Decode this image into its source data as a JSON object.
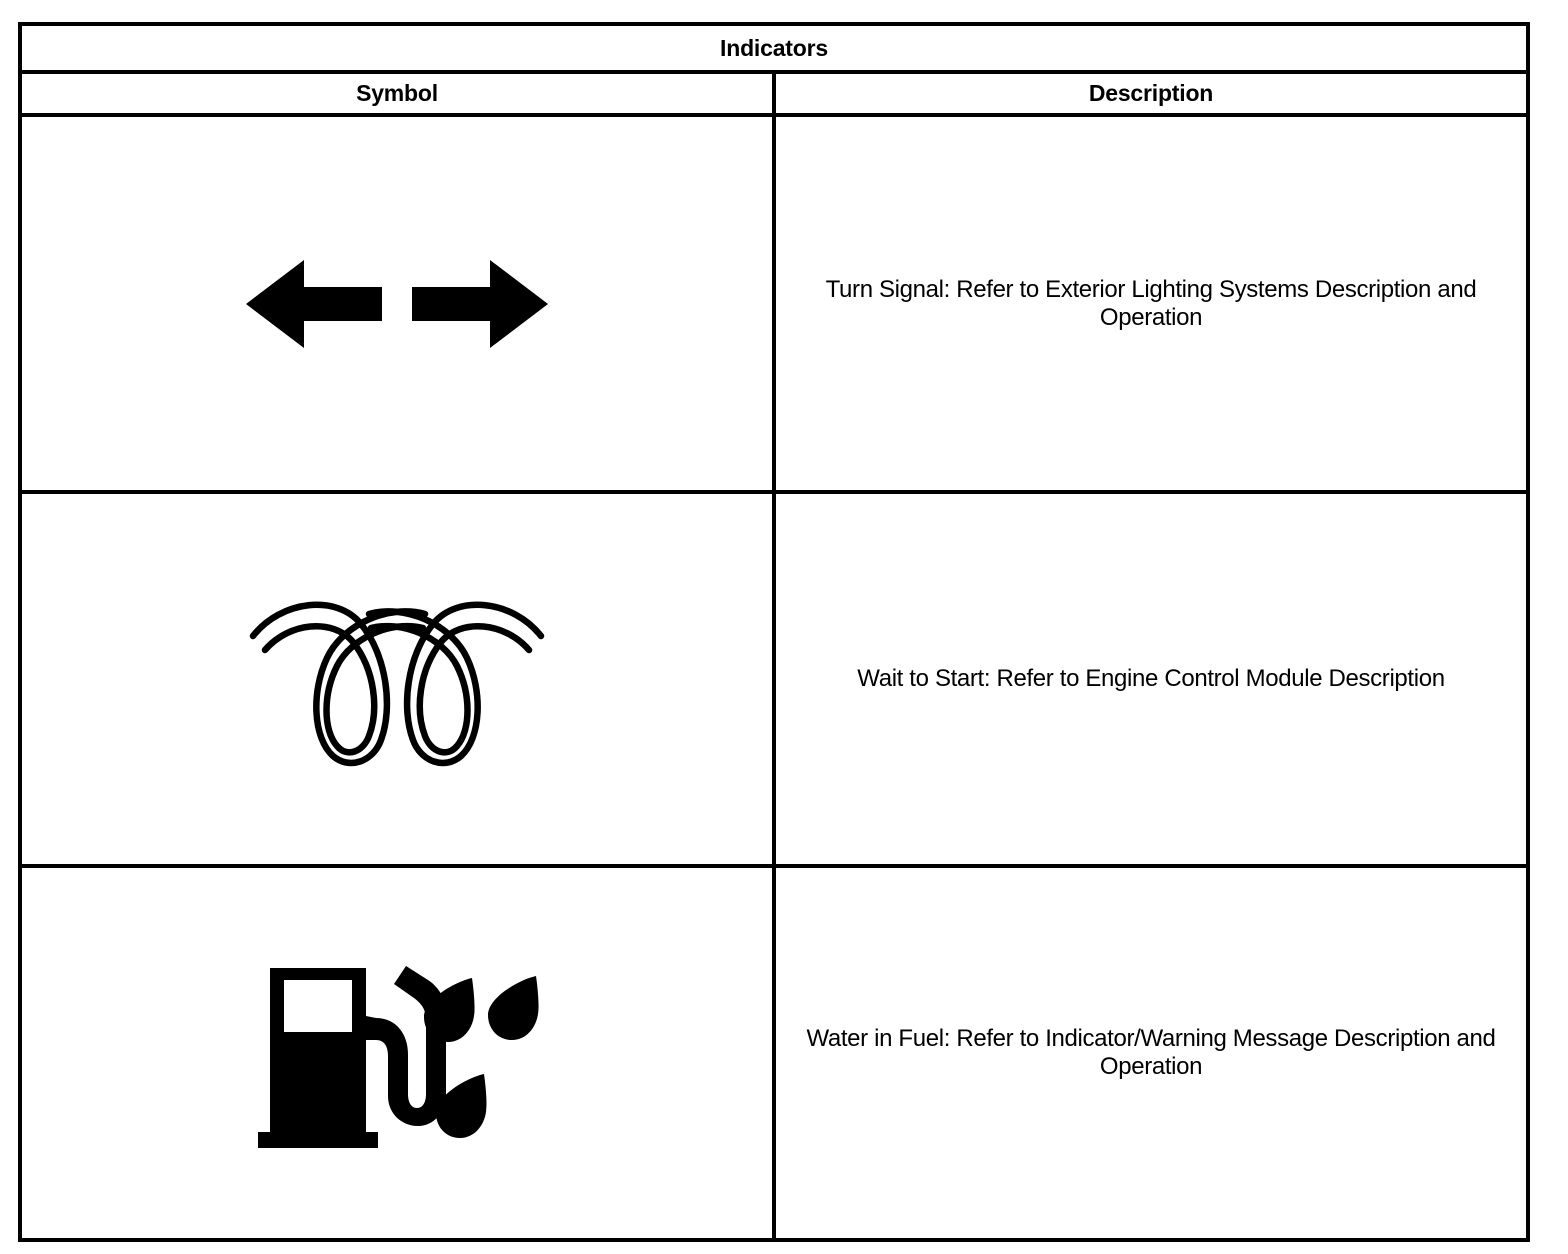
{
  "table": {
    "title": "Indicators",
    "columns": [
      {
        "key": "symbol",
        "label": "Symbol"
      },
      {
        "key": "description",
        "label": "Description"
      }
    ],
    "rows": [
      {
        "symbol_name": "turn-signal-arrows-icon",
        "description": "Turn Signal: Refer to Exterior Lighting Systems Description and Operation"
      },
      {
        "symbol_name": "wait-to-start-glow-plug-icon",
        "description": "Wait to Start: Refer to Engine Control Module Description"
      },
      {
        "symbol_name": "water-in-fuel-icon",
        "description": "Water in Fuel: Refer to Indicator/Warning Message Description and Operation"
      }
    ]
  },
  "colors": {
    "ink": "#000000",
    "paper": "#ffffff",
    "border": "#000000"
  }
}
